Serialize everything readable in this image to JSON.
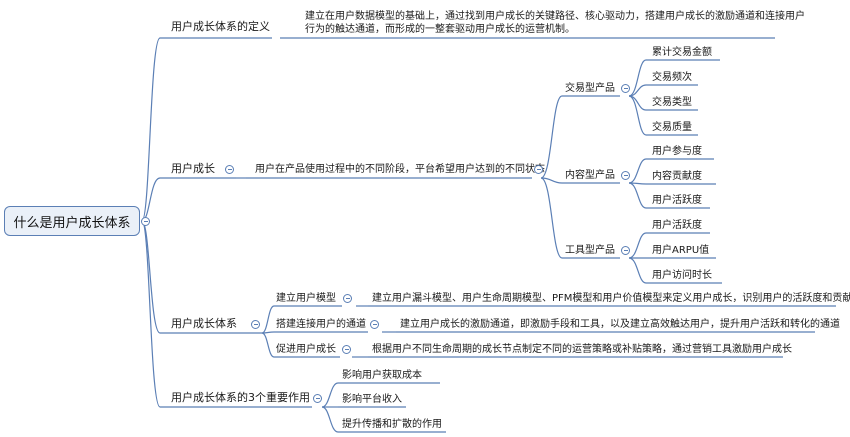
{
  "root": {
    "label": "什么是用户成长体系"
  },
  "branches": {
    "definition": {
      "label": "用户成长体系的定义",
      "text_line1": "建立在用户数据模型的基础上，通过找到用户成长的关键路径、核心驱动力，搭建用户成长的激励通道和连接用户",
      "text_line2": "行为的触达通道，而形成的一整套驱动用户成长的运营机制。"
    },
    "growth": {
      "label": "用户成长",
      "description": "用户在产品使用过程中的不同阶段，平台希望用户达到的不同状态",
      "product_types": [
        {
          "label": "交易型产品",
          "items": [
            "累计交易金额",
            "交易频次",
            "交易类型",
            "交易质量"
          ]
        },
        {
          "label": "内容型产品",
          "items": [
            "用户参与度",
            "内容贡献度",
            "用户活跃度"
          ]
        },
        {
          "label": "工具型产品",
          "items": [
            "用户活跃度",
            "用户ARPU值",
            "用户访问时长"
          ]
        }
      ]
    },
    "system": {
      "label": "用户成长体系",
      "items": [
        {
          "label": "建立用户模型",
          "detail": "建立用户漏斗模型、用户生命周期模型、PFM模型和用户价值模型来定义用户成长，识别用户的活跃度和贡献度"
        },
        {
          "label": "搭建连接用户的通道",
          "detail": "建立用户成长的激励通道，即激励手段和工具，以及建立高效触达用户，提升用户活跃和转化的通道"
        },
        {
          "label": "促进用户成长",
          "detail": "根据用户不同生命周期的成长节点制定不同的运营策略或补贴策略，通过营销工具激励用户成长"
        }
      ]
    },
    "importance": {
      "label": "用户成长体系的3个重要作用",
      "items": [
        "影响用户获取成本",
        "影响平台收入",
        "提升传播和扩散的作用"
      ]
    }
  },
  "colors": {
    "line": "#5b7fb5",
    "root_fill": "#eaf0f8"
  }
}
